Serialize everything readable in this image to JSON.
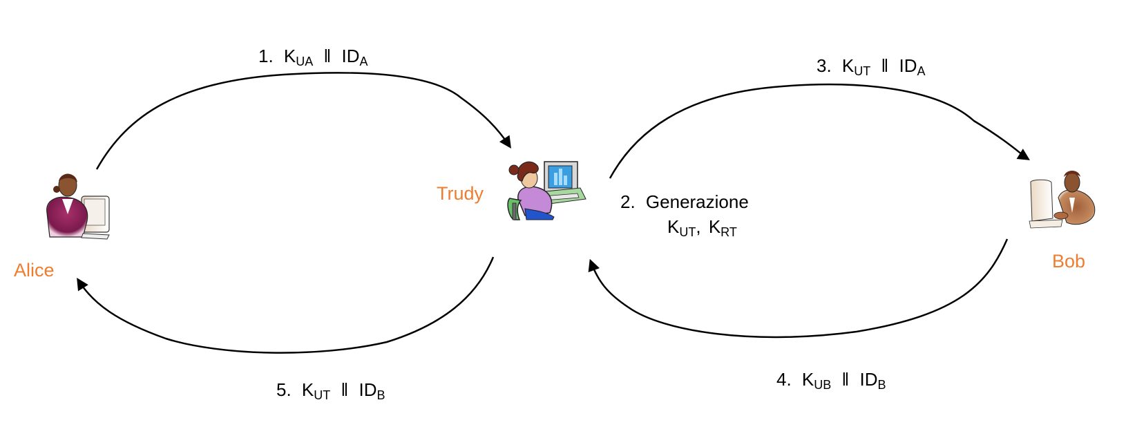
{
  "title": "Man-in-the-middle key exchange",
  "colors": {
    "actor_label": "#ed7d31",
    "arrow": "#000000",
    "text": "#000000"
  },
  "actors": [
    {
      "id": "alice",
      "label": "Alice",
      "icon": "woman-at-computer-icon"
    },
    {
      "id": "trudy",
      "label": "Trudy",
      "icon": "woman-at-computer-icon"
    },
    {
      "id": "bob",
      "label": "Bob",
      "icon": "man-at-computer-icon"
    }
  ],
  "messages": [
    {
      "step": "1.",
      "key": "K",
      "key_sub": "UA",
      "sep": "‖",
      "id": "ID",
      "id_sub": "A",
      "from": "alice",
      "to": "trudy"
    },
    {
      "step": "2.",
      "text": "Generazione",
      "k1": "K",
      "k1_sub": "UT",
      "comma": ",",
      "k2": "K",
      "k2_sub": "RT",
      "actor": "trudy"
    },
    {
      "step": "3.",
      "key": "K",
      "key_sub": "UT",
      "sep": "‖",
      "id": "ID",
      "id_sub": "A",
      "from": "trudy",
      "to": "bob"
    },
    {
      "step": "4.",
      "key": "K",
      "key_sub": "UB",
      "sep": "‖",
      "id": "ID",
      "id_sub": "B",
      "from": "bob",
      "to": "trudy"
    },
    {
      "step": "5.",
      "key": "K",
      "key_sub": "UT",
      "sep": "‖",
      "id": "ID",
      "id_sub": "B",
      "from": "trudy",
      "to": "alice"
    }
  ]
}
